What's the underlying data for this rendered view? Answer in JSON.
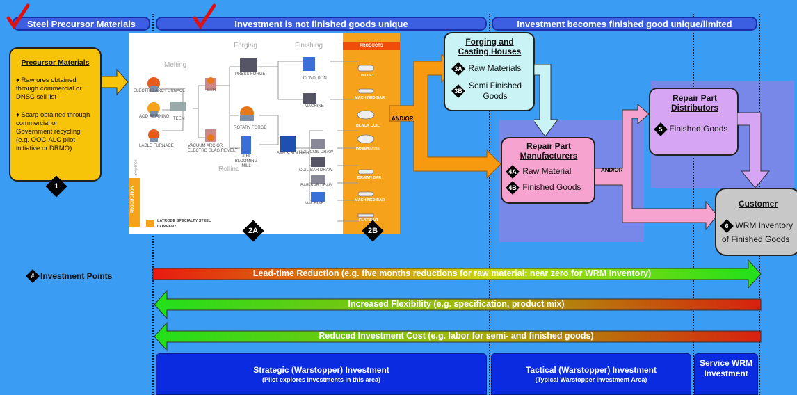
{
  "headers": {
    "steel": "Steel Precursor Materials",
    "not_unique": "Investment is not finished goods unique",
    "unique": "Investment becomes finished good unique/limited"
  },
  "precursor": {
    "title": "Precursor Materials",
    "bullet1": "Raw ores obtained through commercial or DNSC sell list",
    "bullet2": "Scarp obtained through commercial or Government recycling (e.g. OOC-ALC pilot initiative or DRMO)",
    "num": "1"
  },
  "production_image": {
    "melting": "Melting",
    "forging": "Forging",
    "finishing": "Finishing",
    "rolling": "Rolling",
    "products_header": "PRODUCTS",
    "production_tag": "PRODUCTION",
    "sequence": "Sequence",
    "company": "LATROBE SPECIALTY STEEL COMPANY",
    "equip": [
      "ELECTRIC ARC FURNACE",
      "AOD REFINING",
      "LADLE FURNACE",
      "TEEM",
      "ESR",
      "VACUUM ARC OR ELECTRO SLAG REMELT",
      "PRESS FORGE",
      "ROTARY FORGE",
      "2-HI BLOOMING MILL",
      "BAR & ROD MILL",
      "COIL COIL DRAW",
      "COIL-BAR DRAW",
      "BAR-BAR DRAW",
      "MACHINE",
      "CONDITION",
      "MACHINE"
    ],
    "products": [
      "BILLET",
      "MACHINED BAR",
      "BLACK COIL",
      "DRAWN COIL",
      "DRAWN BAR",
      "MACHINED BAR",
      "FLAT BAR"
    ],
    "num_2a": "2A",
    "num_2b": "2B"
  },
  "andor1": "AND/OR",
  "andor2": "AND/OR",
  "forging": {
    "title": "Forging and Casting Houses",
    "item1_num": "3A",
    "item1": "Raw Materials",
    "item2_num": "3B",
    "item2": "Semi Finished Goods"
  },
  "manufacturers": {
    "title": "Repair Part Manufacturers",
    "item1_num": "4A",
    "item1": "Raw Material",
    "item2_num": "4B",
    "item2": "Finished Goods"
  },
  "distributors": {
    "title": "Repair Part Distributors",
    "item1_num": "5",
    "item1": "Finished Goods"
  },
  "customer": {
    "title": "Customer",
    "item1_num": "6",
    "item1": "WRM Inventory of Finished Goods"
  },
  "investment_points": {
    "symbol": "#",
    "label": "Investment Points"
  },
  "arrows": {
    "lead_time": "Lead-time Reduction (e.g. five months reductions for raw material; near zero for WRM Inventory)",
    "flexibility": "Increased Flexibility (e.g. specification, product mix)",
    "cost": "Reduced Investment Cost (e.g. labor for semi- and finished goods)"
  },
  "bottom": {
    "strategic_title": "Strategic (Warstopper) Investment",
    "strategic_sub": "(Pilot explores investments in this area)",
    "tactical_title": "Tactical (Warstopper) Investment",
    "tactical_sub": "(Typical Warstopper Investment Area)",
    "service": "Service WRM Investment"
  },
  "colors": {
    "background": "#3a9cf2",
    "header_fill": "#3b5fe0",
    "precursor_fill": "#f7c40a",
    "forging_fill": "#c9f3f5",
    "manufacturer_fill": "#f7a3cf",
    "distributor_fill": "#d6a6f5",
    "customer_fill": "#c8c8c8",
    "orange_arrow": "#f79a10",
    "bottom_fill": "#0a2be0"
  }
}
